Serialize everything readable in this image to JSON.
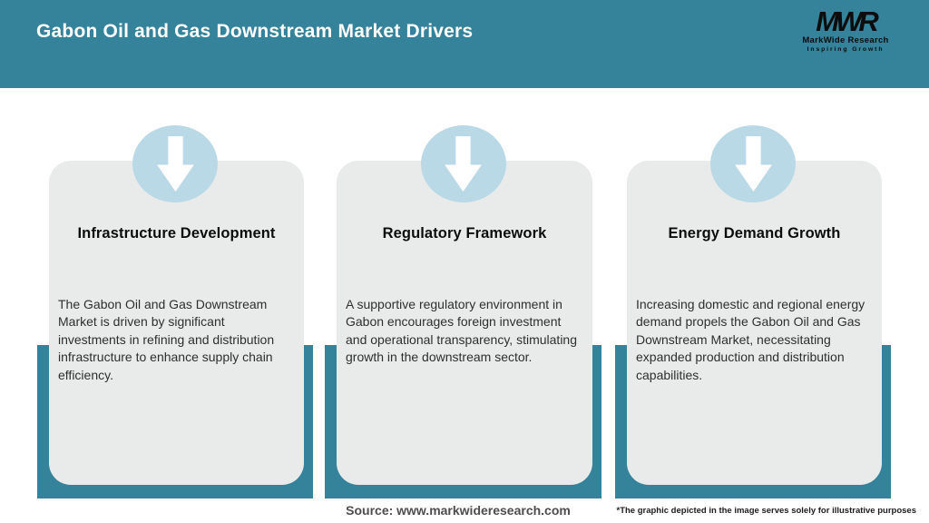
{
  "header": {
    "title": "Gabon Oil and Gas Downstream Market Drivers",
    "logo": {
      "acronym": "MWR",
      "name": "MarkWide Research",
      "tagline": "Inspiring Growth"
    }
  },
  "cards": [
    {
      "icon": "down-arrow-icon",
      "title": "Infrastructure Development",
      "description": "The Gabon Oil and Gas Downstream Market is driven by significant investments in refining and distribution infrastructure to enhance supply chain efficiency."
    },
    {
      "icon": "down-arrow-icon",
      "title": "Regulatory Framework",
      "description": "A supportive regulatory environment in Gabon encourages foreign investment and operational transparency, stimulating growth in the downstream sector."
    },
    {
      "icon": "down-arrow-icon",
      "title": "Energy Demand Growth",
      "description": "Increasing domestic and regional energy demand propels the Gabon Oil and Gas Downstream Market, necessitating expanded production and distribution capabilities."
    }
  ],
  "footer": {
    "source": "Source: www.markwideresearch.com",
    "disclaimer": "*The graphic depicted in the image serves solely for illustrative purposes"
  },
  "colors": {
    "teal": "#35829B",
    "circle": "#BAD9E6",
    "card": "#E9EBEB"
  }
}
